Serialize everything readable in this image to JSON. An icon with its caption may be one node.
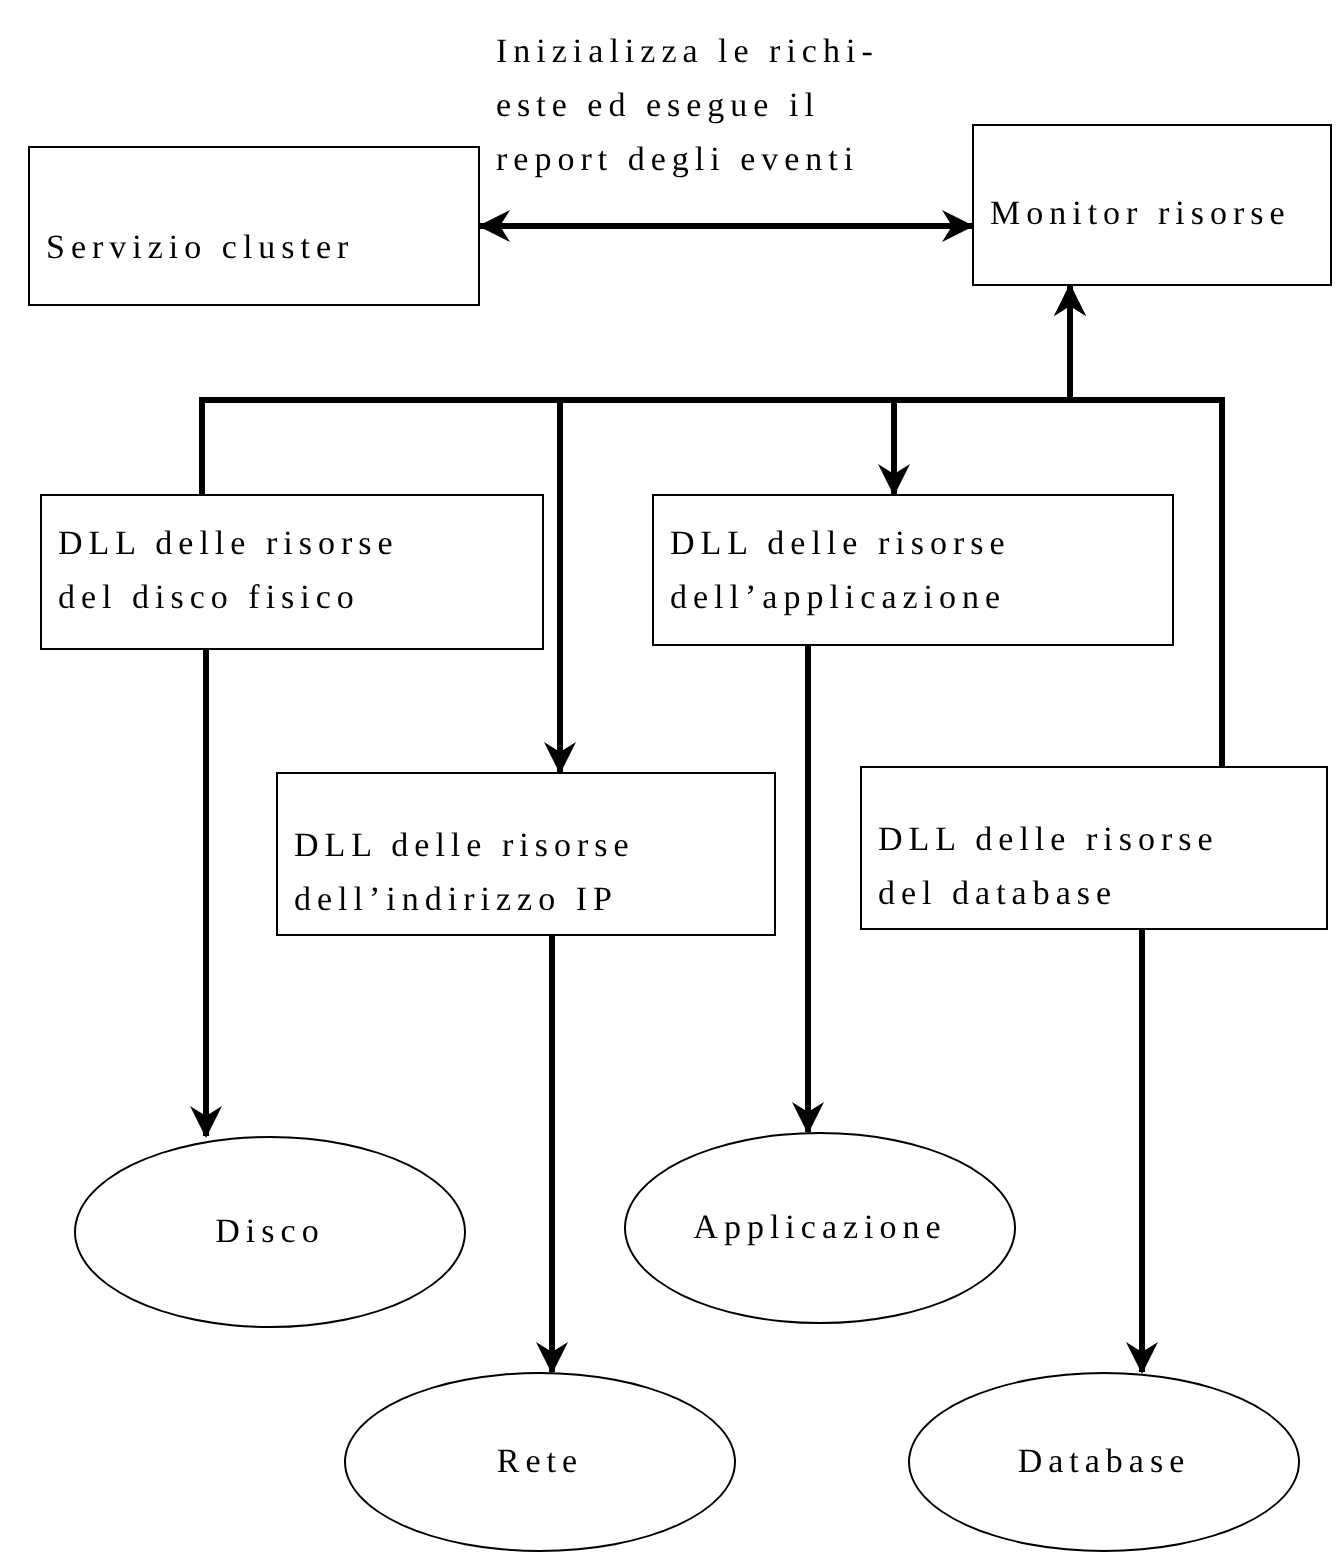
{
  "diagram": {
    "nodes": [
      {
        "text": [
          "Servizio cluster"
        ]
      },
      {
        "text": [
          "Monitor risorse"
        ]
      },
      {
        "text": [
          "DLL delle risorse del disco fisico"
        ]
      },
      {
        "text": [
          "DLL delle risorse dell’applicazione"
        ]
      },
      {
        "text": [
          "DLL delle risorse dell’indirizzo IP"
        ]
      },
      {
        "text": [
          "DLL delle risorse del database"
        ]
      },
      {
        "text": [
          "Disco"
        ]
      },
      {
        "text": [
          "Applicazione"
        ]
      },
      {
        "text": [
          "Rete"
        ]
      },
      {
        "text": [
          "Database"
        ]
      }
    ],
    "edges": [
      {
        "from": 0,
        "to": 1,
        "arrow": "both",
        "label": "Inizializza le richi- este ed esegue il report degli eventi"
      },
      {
        "from": 2,
        "to": 1,
        "arrow": "to"
      },
      {
        "from": 1,
        "to": 3,
        "arrow": "to"
      },
      {
        "from": 1,
        "to": 4,
        "arrow": "to"
      },
      {
        "from": 5,
        "to": 1,
        "arrow": "to"
      },
      {
        "from": 2,
        "to": 6,
        "arrow": "to"
      },
      {
        "from": 3,
        "to": 7,
        "arrow": "to"
      },
      {
        "from": 4,
        "to": 8,
        "arrow": "to"
      },
      {
        "from": 5,
        "to": 9,
        "arrow": "to"
      }
    ]
  }
}
